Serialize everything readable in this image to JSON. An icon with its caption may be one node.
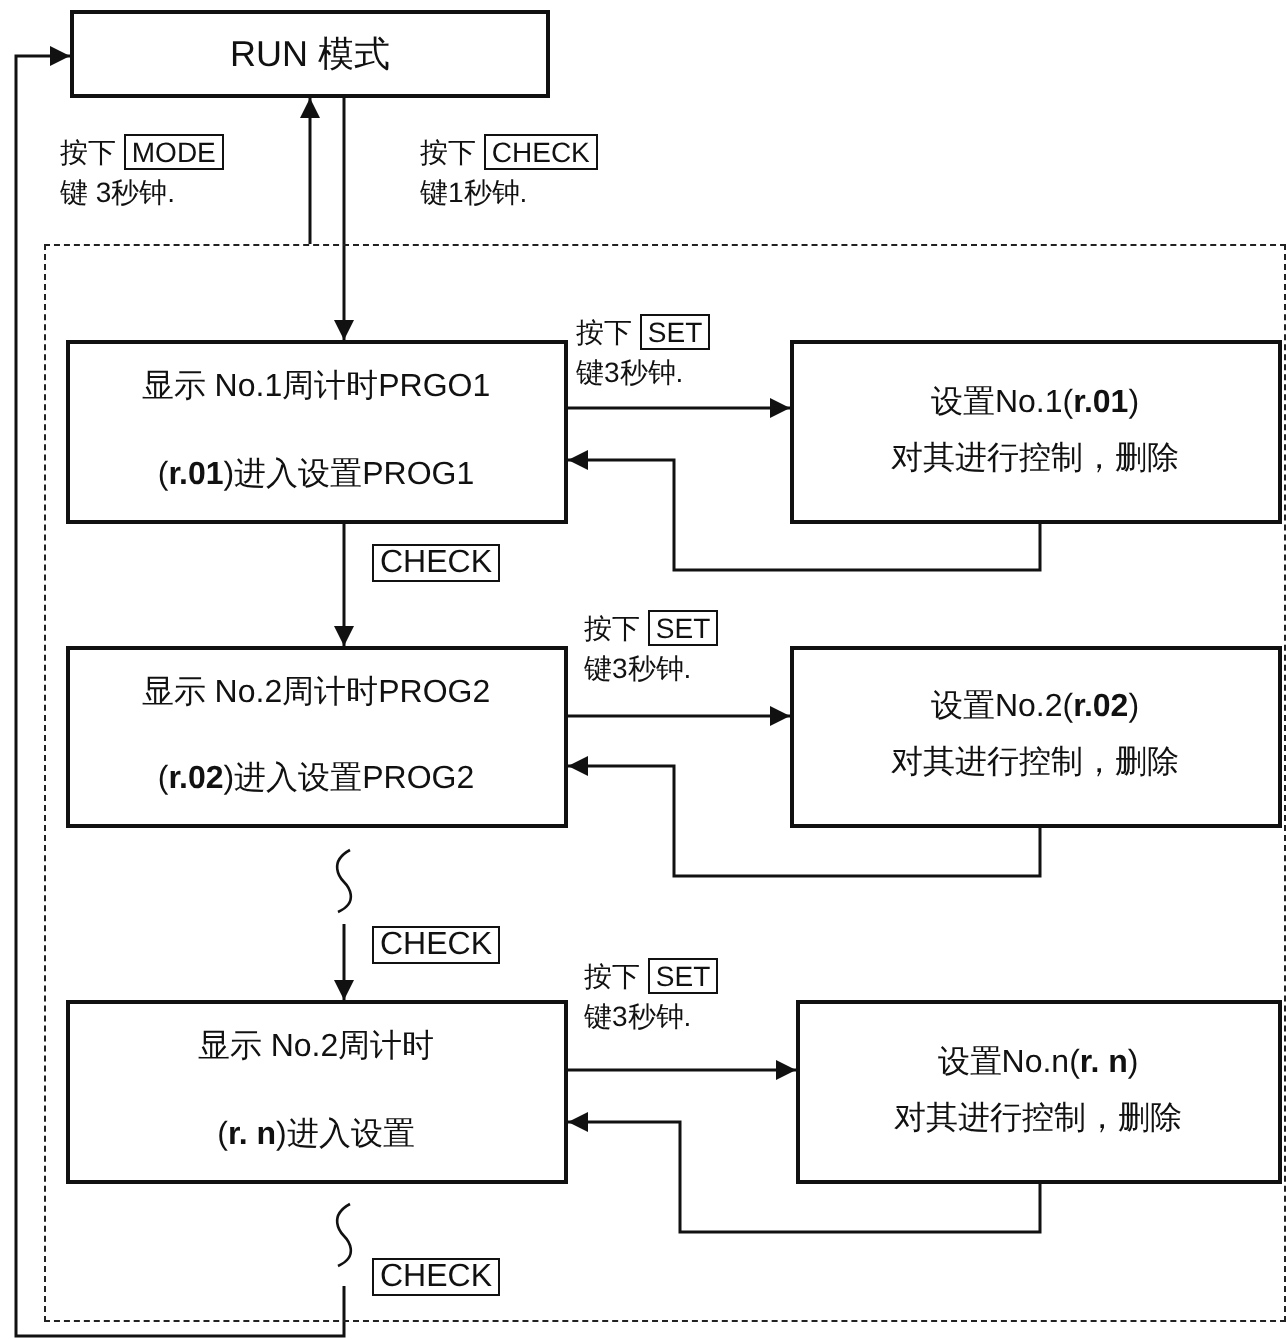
{
  "diagram": {
    "nodes": [
      {
        "text": [
          "RUN 模式"
        ]
      },
      {
        "text": [],
        "shape": "box"
      },
      {
        "text": [
          "显示 No.1周计时PRGO1",
          "(**r.01**)进入设置PROG1"
        ],
        "in": 1
      },
      {
        "text": [
          "设置No.1(**r.01**)",
          "对其进行控制，删除"
        ],
        "in": 1
      },
      {
        "text": [
          "显示 No.2周计时PROG2",
          "(**r.02**)进入设置PROG2"
        ],
        "in": 1
      },
      {
        "text": [
          "设置No.2(**r.02**)",
          "对其进行控制，删除"
        ],
        "in": 1
      },
      {
        "text": [
          "显示 No.2周计时",
          "(**r. n**)进入设置"
        ],
        "in": 1
      },
      {
        "text": [
          "设置No.n(**r. n**)",
          "对其进行控制，删除"
        ],
        "in": 1
      }
    ],
    "edges": [
      {
        "from": 0,
        "to": 2,
        "arrow": "to",
        "label": "按下 CHECK 键1秒钟."
      },
      {
        "from": 1,
        "to": 0,
        "arrow": "to",
        "label": "按下 MODE 键 3秒钟."
      },
      {
        "from": 2,
        "to": 3,
        "arrow": "to",
        "label": "按下 SET 键3秒钟."
      },
      {
        "from": 3,
        "to": 2,
        "arrow": "to"
      },
      {
        "from": 2,
        "to": 4,
        "arrow": "to",
        "label": "CHECK"
      },
      {
        "from": 4,
        "to": 5,
        "arrow": "to",
        "label": "按下 SET 键3秒钟."
      },
      {
        "from": 5,
        "to": 4,
        "arrow": "to"
      },
      {
        "from": null,
        "to": 6,
        "arrow": "to",
        "label": "CHECK"
      },
      {
        "from": 6,
        "to": 7,
        "arrow": "to",
        "label": "按下 SET 键3秒钟."
      },
      {
        "from": 7,
        "to": 6,
        "arrow": "to"
      },
      {
        "from": null,
        "to": 0,
        "arrow": "to",
        "label": "CHECK"
      }
    ]
  }
}
